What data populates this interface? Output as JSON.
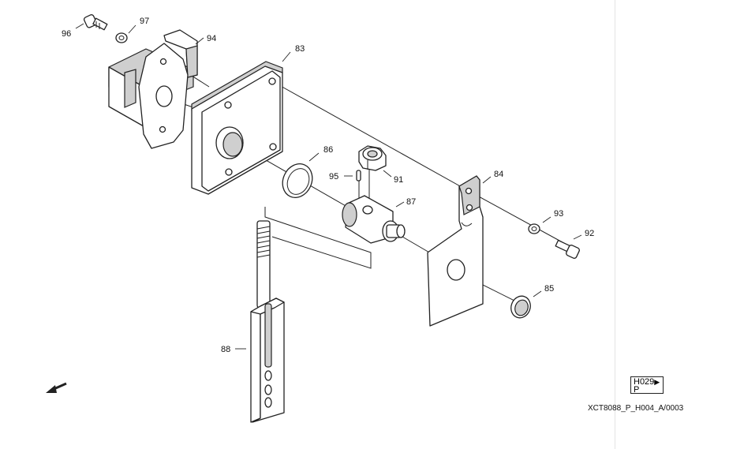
{
  "callouts": {
    "c96": "96",
    "c97": "97",
    "c94": "94",
    "c83": "83",
    "c86": "86",
    "c95": "95",
    "c91": "91",
    "c84": "84",
    "c87": "87",
    "c93": "93",
    "c92": "92",
    "c85": "85",
    "c88": "88"
  },
  "figure": {
    "code_line1": "H029",
    "code_line2": "P",
    "reference": "XCT8088_P_H004_A/0003"
  },
  "icons": {
    "direction": "arrow-down-left-icon",
    "play": "triangle-right-icon"
  },
  "colors": {
    "line": "#222222",
    "background": "#ffffff"
  }
}
